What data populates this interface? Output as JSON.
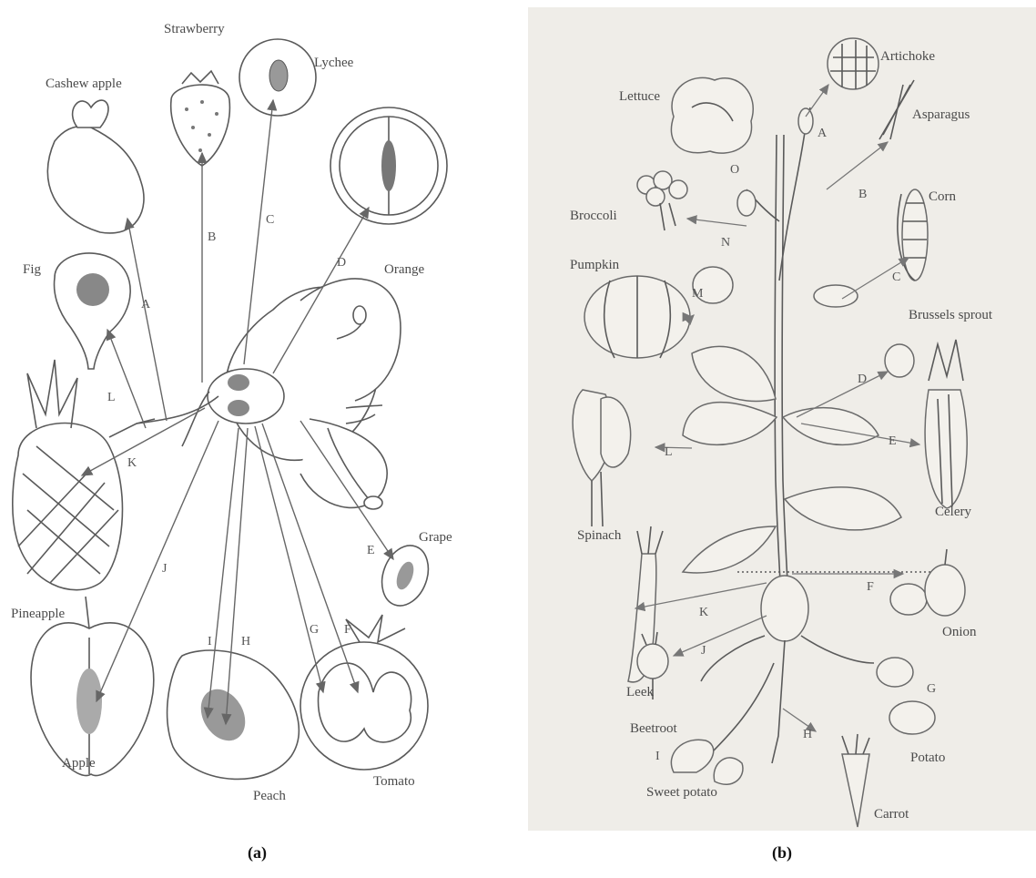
{
  "panel_a": {
    "caption": "(a)",
    "fruits": {
      "strawberry": "Strawberry",
      "lychee": "Lychee",
      "cashew_apple": "Cashew apple",
      "orange": "Orange",
      "fig": "Fig",
      "pineapple": "Pineapple",
      "grape": "Grape",
      "apple": "Apple",
      "peach": "Peach",
      "tomato": "Tomato"
    },
    "letters": [
      "A",
      "B",
      "C",
      "D",
      "E",
      "F",
      "G",
      "H",
      "I",
      "J",
      "K",
      "L"
    ]
  },
  "panel_b": {
    "caption": "(b)",
    "vegetables": {
      "artichoke": "Artichoke",
      "lettuce": "Lettuce",
      "asparagus": "Asparagus",
      "broccoli": "Broccoli",
      "corn": "Corn",
      "pumpkin": "Pumpkin",
      "brussels_sprout": "Brussels sprout",
      "spinach": "Spinach",
      "celery": "Celery",
      "leek": "Leek",
      "onion": "Onion",
      "beetroot": "Beetroot",
      "potato": "Potato",
      "sweet_potato": "Sweet potato",
      "carrot": "Carrot"
    },
    "letters": {
      "A": "A",
      "B": "B",
      "C": "C",
      "D": "D",
      "E": "E",
      "F": "F",
      "G": "G",
      "H": "H",
      "I": "I",
      "J": "J",
      "K": "K",
      "L": "L",
      "M": "M",
      "N": "N",
      "O": "O"
    }
  }
}
